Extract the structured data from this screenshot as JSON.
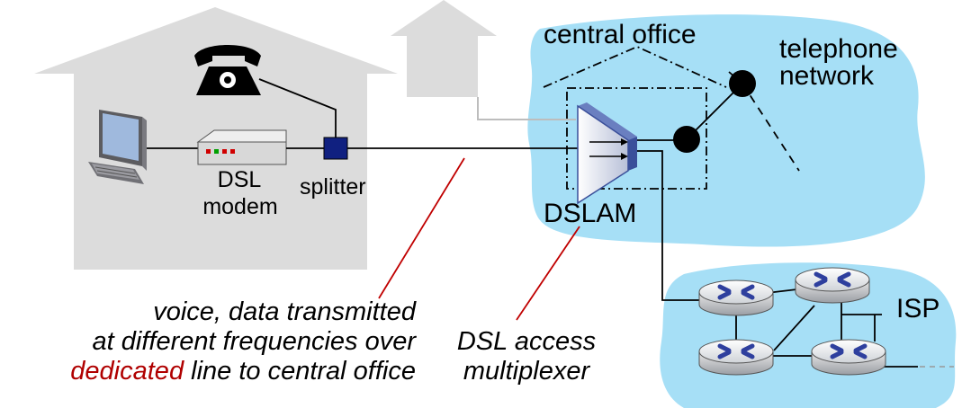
{
  "labels": {
    "central_office": "central office",
    "telephone": "telephone",
    "network": "network",
    "dsl": "DSL",
    "modem": "modem",
    "splitter": "splitter",
    "dslam": "DSLAM",
    "isp": "ISP"
  },
  "annotations": {
    "voice_line1": "voice, data transmitted",
    "voice_line2": "at different frequencies over",
    "voice_line3_highlight": "dedicated",
    "voice_line3_rest": " line to central office",
    "dslam_line1": "DSL access",
    "dslam_line2": "multiplexer"
  },
  "colors": {
    "house": "#dcdcdc",
    "cloud": "#a6dff6",
    "router_icon": "#2e3f9e",
    "splitter": "#102080",
    "highlight_text": "#b00000",
    "pointer_line": "#c00000"
  },
  "icons": [
    "telephone-icon",
    "computer-icon",
    "dsl-modem-icon",
    "splitter-icon",
    "dslam-icon",
    "router-icon"
  ]
}
